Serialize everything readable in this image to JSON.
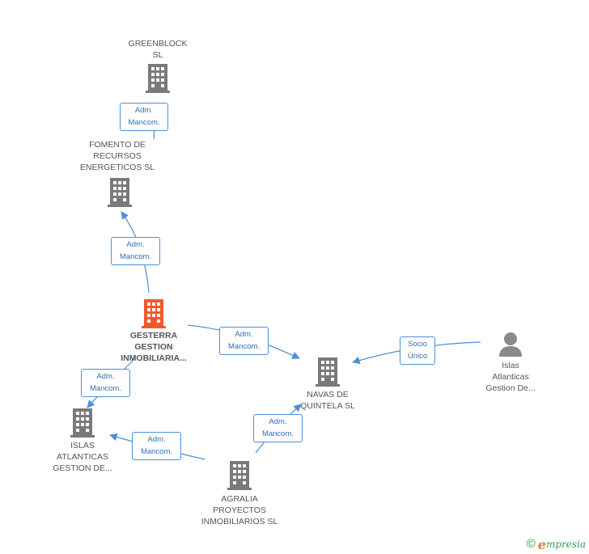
{
  "colors": {
    "edge": "#4a90d9",
    "building": "#7a7a7a",
    "focus_building": "#f05a2a",
    "person": "#8a8a8a",
    "brand": "#2e9c4e",
    "brand_accent": "#e07b21"
  },
  "nodes": {
    "greenblock": {
      "label": "GREENBLOCK\nSL",
      "icon": "building-icon"
    },
    "fomento": {
      "label": "FOMENTO DE\nRECURSOS\nENERGETICOS SL",
      "icon": "building-icon"
    },
    "gesterra": {
      "label": "GESTERRA\nGESTION\nINMOBILIARIA...",
      "icon": "building-icon"
    },
    "navas": {
      "label": "NAVAS DE\nQUINTELA SL",
      "icon": "building-icon"
    },
    "islas_person": {
      "label": "Islas\nAtlanticas\nGestion De...",
      "icon": "person-icon"
    },
    "islas_company": {
      "label": "ISLAS\nATLANTICAS\nGESTION DE...",
      "icon": "building-icon"
    },
    "agralia": {
      "label": "AGRALIA\nPROYECTOS\nINMOBILIARIOS SL",
      "icon": "building-icon"
    }
  },
  "edges": {
    "e1": {
      "label": "Adm.\nMancom."
    },
    "e2": {
      "label": "Adm.\nMancom."
    },
    "e3": {
      "label": "Adm.\nMancom."
    },
    "e4": {
      "label": "Socio\nÚnico"
    },
    "e5": {
      "label": "Adm.\nMancom."
    },
    "e6": {
      "label": "Adm.\nMancom."
    },
    "e7": {
      "label": "Adm.\nMancom."
    }
  },
  "footer": {
    "copyright": "©",
    "brand_initial": "e",
    "brand_rest": "mpresia"
  }
}
